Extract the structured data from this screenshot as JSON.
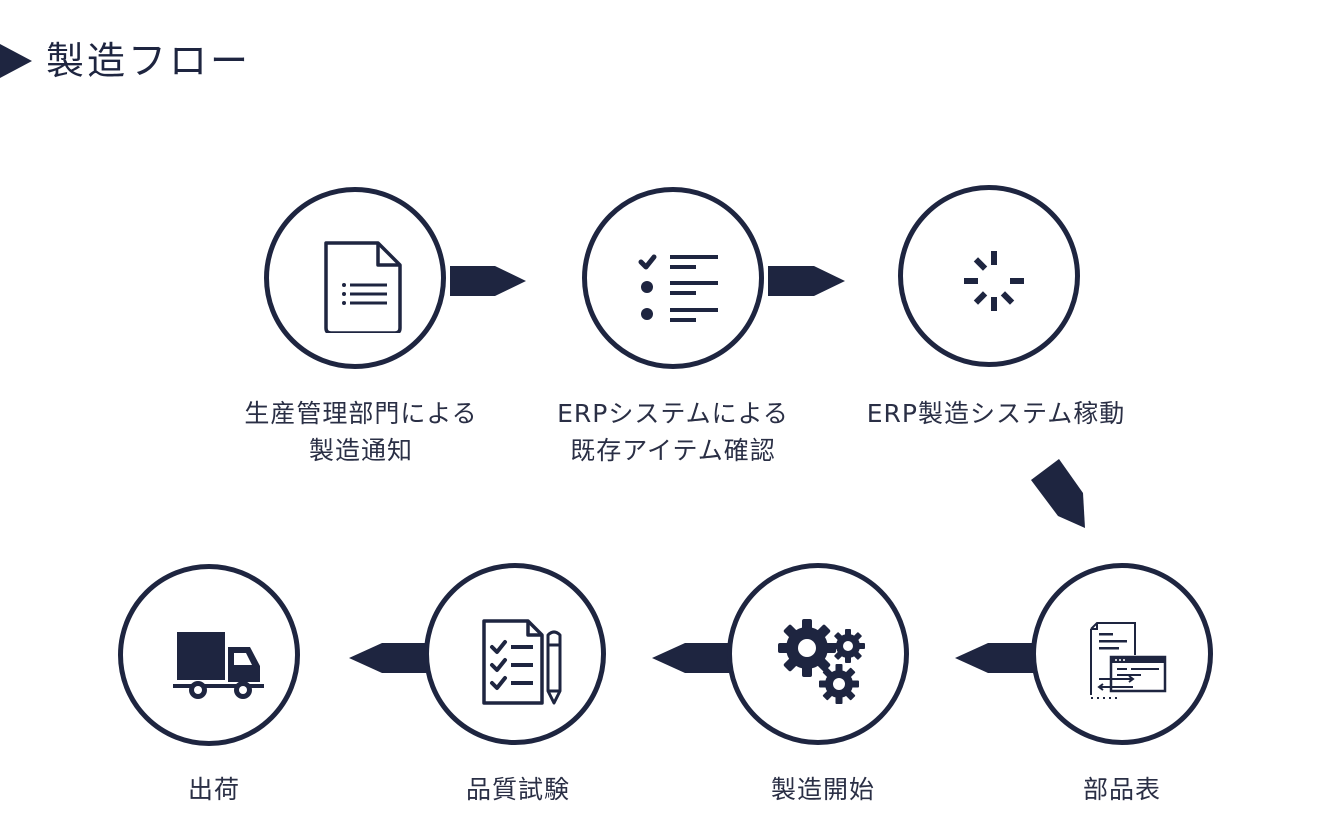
{
  "title": "製造フロー",
  "steps": [
    {
      "label_line1": "生産管理部門による",
      "label_line2": "製造通知",
      "icon": "document-icon"
    },
    {
      "label_line1": "ERPシステムによる",
      "label_line2": "既存アイテム確認",
      "icon": "checklist-icon"
    },
    {
      "label_line1": "ERP製造システム稼動",
      "icon": "loading-spinner-icon"
    },
    {
      "label_line1": "部品表",
      "icon": "bill-of-materials-icon"
    },
    {
      "label_line1": "製造開始",
      "icon": "gears-icon"
    },
    {
      "label_line1": "品質試験",
      "icon": "quality-checklist-icon"
    },
    {
      "label_line1": "出荷",
      "icon": "truck-icon"
    }
  ],
  "colors": {
    "primary": "#1e2540",
    "background": "#ffffff"
  }
}
